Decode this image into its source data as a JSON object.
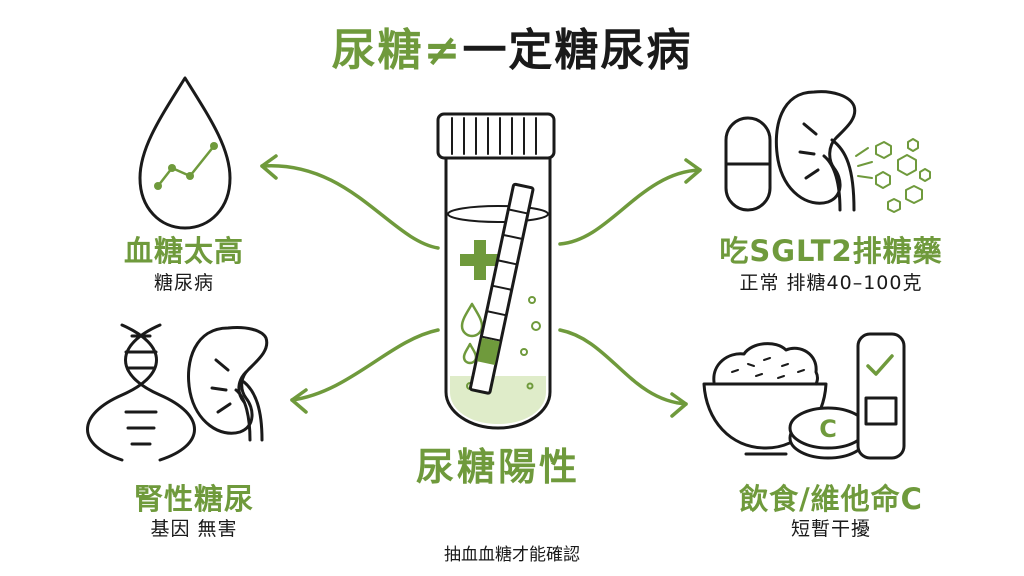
{
  "title": {
    "part1": "尿糖",
    "neq": "≠",
    "part2": "一定糖尿病"
  },
  "center_label": "尿糖陽性",
  "cards": {
    "top_left": {
      "heading": "血糖太高",
      "sub": "糖尿病"
    },
    "bottom_left": {
      "heading": "腎性糖尿",
      "sub": "基因 無害"
    },
    "top_right": {
      "heading": "吃SGLT2排糖藥",
      "sub": "正常 排糖40–100克"
    },
    "bottom_right": {
      "heading": "飲食/維他命C",
      "sub": "短暫干擾"
    }
  },
  "vitamin_c_letter": "C",
  "footer": "抽血血糖才能確認",
  "colors": {
    "accent": "#6f9a3c",
    "accent_light": "#dfecc9",
    "ink": "#1a1a1a"
  },
  "icons": [
    "blood-drop-chart-icon",
    "dna-icon",
    "kidney-icon",
    "test-tube-icon",
    "pill-capsule-icon",
    "rice-bowl-icon",
    "vitamin-c-tablet-icon",
    "test-strip-check-icon"
  ]
}
